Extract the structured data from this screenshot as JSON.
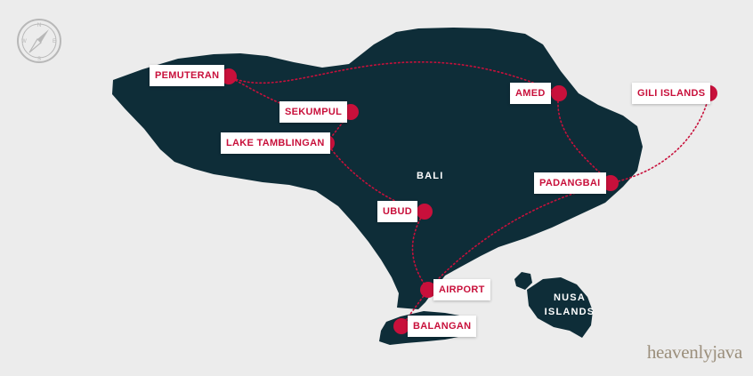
{
  "map": {
    "colors": {
      "background": "#ececec",
      "land": "#0e2d38",
      "marker": "#c8103b",
      "route": "#c8103b",
      "label_bg": "#ffffff",
      "label_text": "#c8103b"
    },
    "island_label": "BALI",
    "nusa_label": {
      "line1": "NUSA",
      "line2": "ISLANDS"
    },
    "locations": [
      {
        "id": "pemuteran",
        "name": "PEMUTERAN"
      },
      {
        "id": "sekumpul",
        "name": "SEKUMPUL"
      },
      {
        "id": "lake-tamblingan",
        "name": "LAKE TAMBLINGAN"
      },
      {
        "id": "ubud",
        "name": "UBUD"
      },
      {
        "id": "airport",
        "name": "AIRPORT"
      },
      {
        "id": "balangan",
        "name": "BALANGAN"
      },
      {
        "id": "amed",
        "name": "AMED"
      },
      {
        "id": "padangbai",
        "name": "PADANGBAI"
      },
      {
        "id": "gili-islands",
        "name": "GILI ISLANDS"
      }
    ],
    "routes": [
      [
        "pemuteran",
        "amed"
      ],
      [
        "pemuteran",
        "sekumpul"
      ],
      [
        "sekumpul",
        "lake-tamblingan"
      ],
      [
        "lake-tamblingan",
        "ubud"
      ],
      [
        "ubud",
        "airport"
      ],
      [
        "airport",
        "balangan"
      ],
      [
        "airport",
        "padangbai"
      ],
      [
        "amed",
        "padangbai"
      ],
      [
        "padangbai",
        "gili-islands"
      ]
    ],
    "compass_icon": "compass-icon"
  },
  "brand": {
    "logo_text": "heavenlyjava"
  }
}
